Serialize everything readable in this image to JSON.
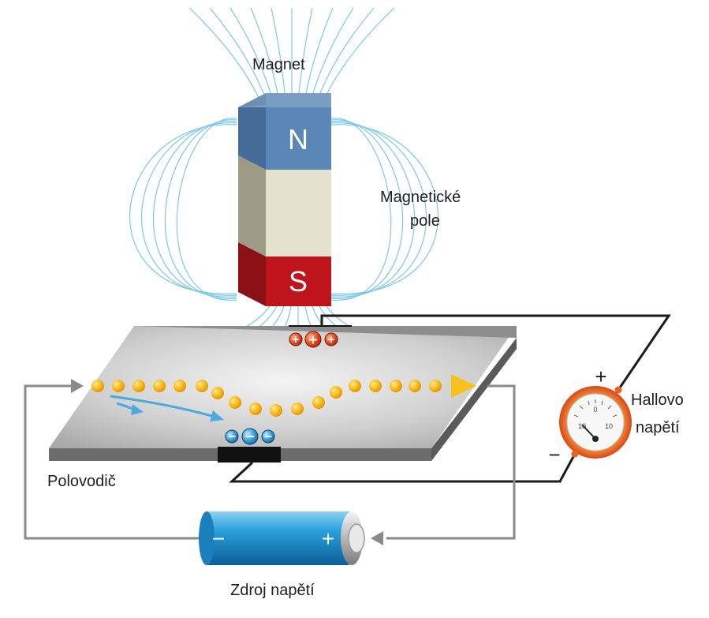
{
  "labels": {
    "magnet": "Magnet",
    "field_line1": "Magnetické",
    "field_line2": "pole",
    "hall_line1": "Hallovo",
    "hall_line2": "napětí",
    "semiconductor": "Polovodič",
    "source": "Zdroj napětí"
  },
  "magnet": {
    "north": "N",
    "south": "S"
  },
  "charges": {
    "positive": "+",
    "negative": "−"
  },
  "meter": {
    "plus": "+",
    "minus": "−",
    "scale_left": "10",
    "scale_mid": "0",
    "scale_right": "10"
  },
  "battery": {
    "minus": "−",
    "plus": "+"
  },
  "colors": {
    "north": "#5a87b8",
    "middle": "#e4e2cc",
    "south": "#c0141d",
    "field_lines": "#7cc8e8",
    "electron_path": "#f5b519",
    "deflection_arrows": "#4ba9de",
    "battery": "#1e90cf",
    "meter_ring": "#e8641e",
    "wire": "#1a1a1a",
    "circuit": "#8a8a8a"
  }
}
